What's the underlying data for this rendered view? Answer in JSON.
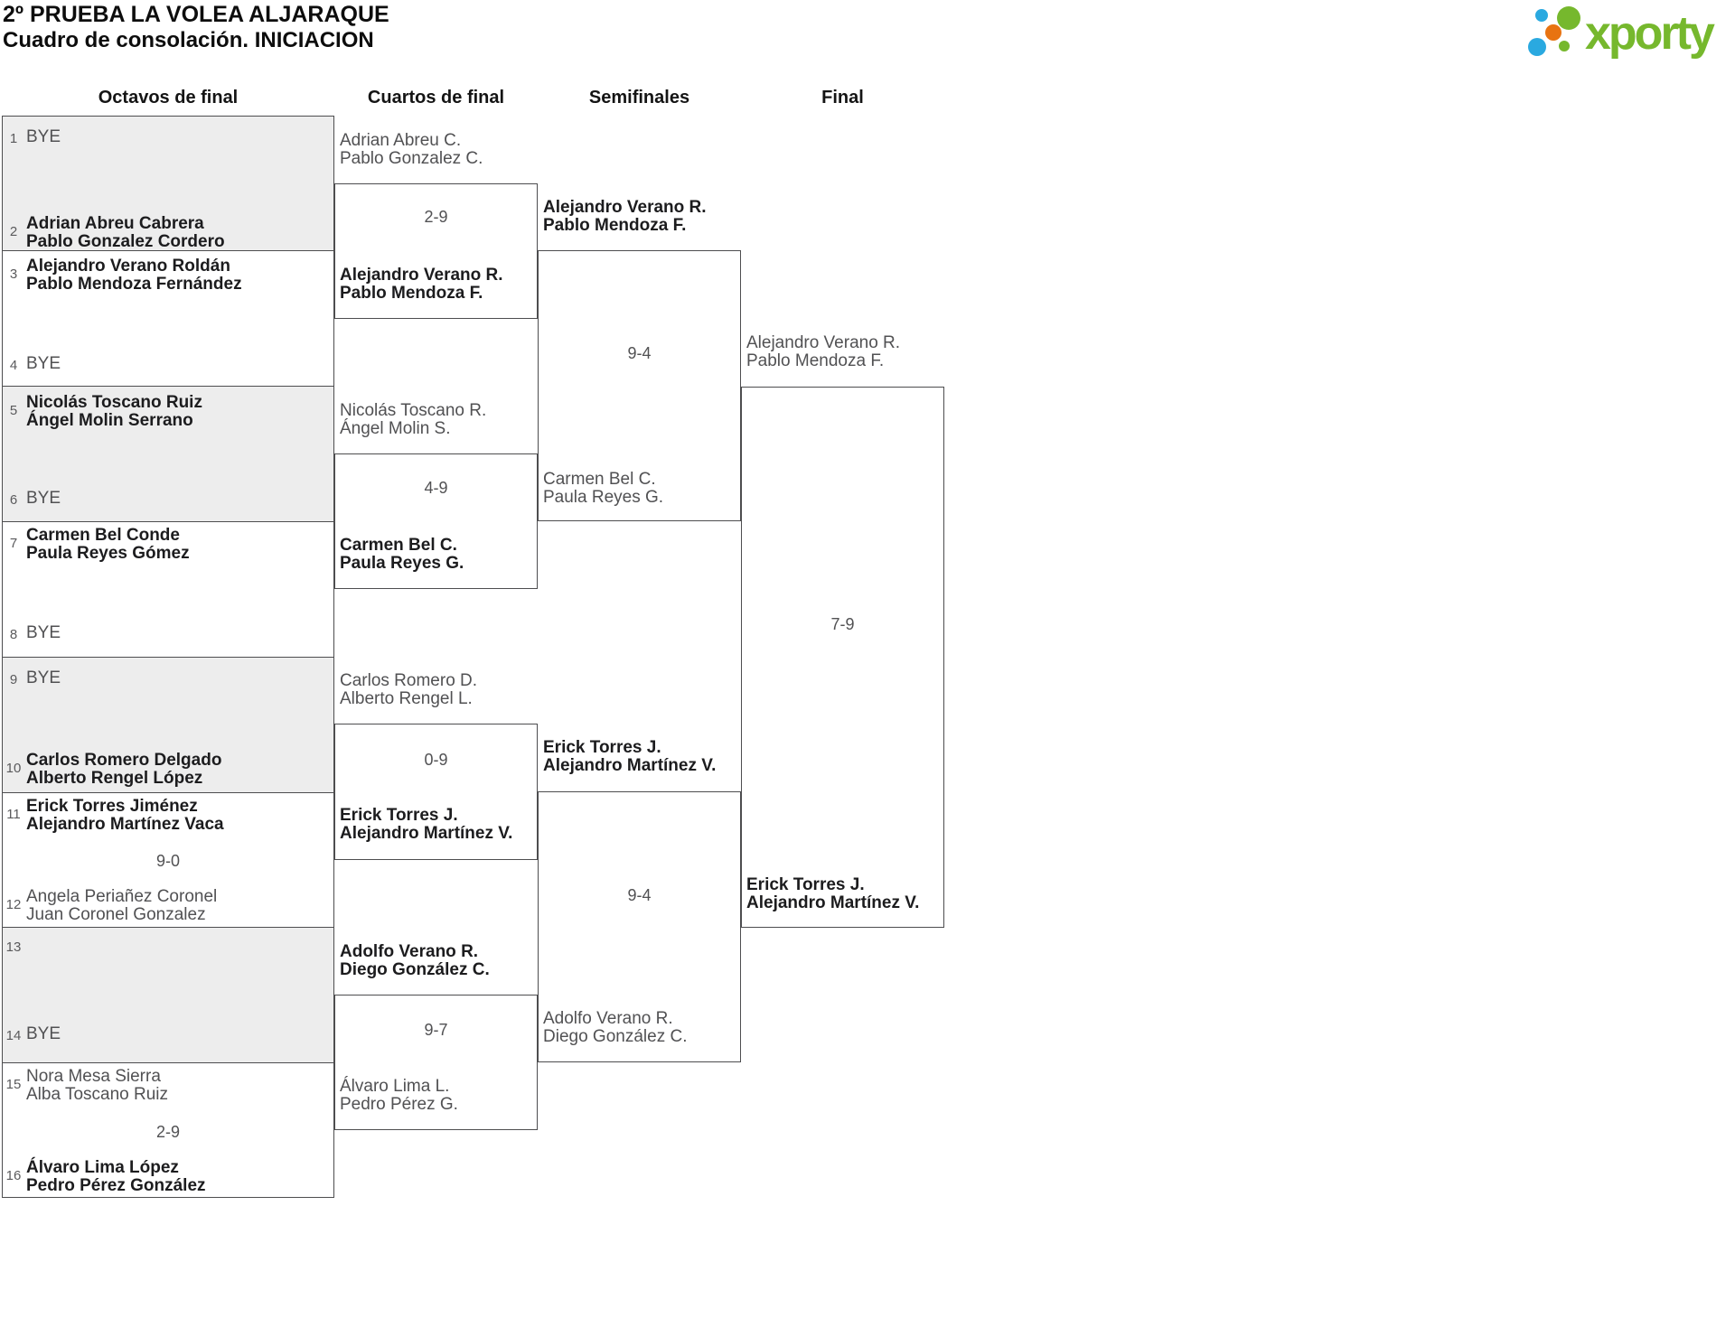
{
  "title": {
    "line1": "2º PRUEBA LA VOLEA ALJARAQUE",
    "line2": "Cuadro de consolación. INICIACION"
  },
  "logo": {
    "text": "xporty",
    "green": "#76b82d",
    "blue": "#2aa9e0",
    "orange": "#e87311"
  },
  "headers": {
    "octavos": "Octavos de final",
    "cuartos": "Cuartos de final",
    "semifinales": "Semifinales",
    "final": "Final"
  },
  "octavos": {
    "slots": [
      {
        "seed": "1",
        "lines": [
          "BYE"
        ]
      },
      {
        "seed": "2",
        "lines": [
          "Adrian Abreu Cabrera",
          "Pablo Gonzalez Cordero"
        ]
      },
      {
        "seed": "3",
        "lines": [
          "Alejandro Verano Roldán",
          "Pablo Mendoza Fernández"
        ]
      },
      {
        "seed": "4",
        "lines": [
          "BYE"
        ]
      },
      {
        "seed": "5",
        "lines": [
          "Nicolás Toscano Ruiz",
          "Ángel Molin Serrano"
        ]
      },
      {
        "seed": "6",
        "lines": [
          "BYE"
        ]
      },
      {
        "seed": "7",
        "lines": [
          "Carmen Bel Conde",
          "Paula Reyes Gómez"
        ]
      },
      {
        "seed": "8",
        "lines": [
          "BYE"
        ]
      },
      {
        "seed": "9",
        "lines": [
          "BYE"
        ]
      },
      {
        "seed": "10",
        "lines": [
          "Carlos Romero Delgado",
          "Alberto Rengel López"
        ]
      },
      {
        "seed": "11",
        "lines": [
          "Erick Torres Jiménez",
          "Alejandro Martínez Vaca"
        ]
      },
      {
        "seed": "12",
        "lines": [
          "Angela Periañez Coronel",
          "Juan Coronel Gonzalez"
        ]
      },
      {
        "seed": "13",
        "lines": []
      },
      {
        "seed": "14",
        "lines": [
          "BYE"
        ]
      },
      {
        "seed": "15",
        "lines": [
          "Nora Mesa Sierra",
          "Alba Toscano Ruiz"
        ]
      },
      {
        "seed": "16",
        "lines": [
          "Álvaro Lima López",
          "Pedro Pérez González"
        ]
      }
    ],
    "scores": {
      "m6": "9-0",
      "m8": "2-9"
    }
  },
  "cuartos": {
    "m1": {
      "top": [
        "Adrian Abreu C.",
        "Pablo Gonzalez C."
      ],
      "score": "2-9",
      "bottom": [
        "Alejandro Verano R.",
        "Pablo Mendoza F."
      ]
    },
    "m2": {
      "top": [
        "Nicolás Toscano R.",
        "Ángel Molin S."
      ],
      "score": "4-9",
      "bottom": [
        "Carmen Bel C.",
        "Paula Reyes G."
      ]
    },
    "m3": {
      "top": [
        "Carlos Romero D.",
        "Alberto Rengel L."
      ],
      "score": "0-9",
      "bottom": [
        "Erick Torres J.",
        "Alejandro Martínez V."
      ]
    },
    "m4": {
      "top": [
        "Adolfo Verano R.",
        "Diego González C."
      ],
      "score": "9-7",
      "bottom": [
        "Álvaro Lima L.",
        "Pedro Pérez G."
      ]
    }
  },
  "semifinales": {
    "m1": {
      "top": [
        "Alejandro Verano R.",
        "Pablo Mendoza F."
      ],
      "score": "9-4",
      "bottom": [
        "Carmen Bel C.",
        "Paula Reyes G."
      ]
    },
    "m2": {
      "top": [
        "Erick Torres J.",
        "Alejandro Martínez V."
      ],
      "score": "9-4",
      "bottom": [
        "Adolfo Verano R.",
        "Diego González C."
      ]
    }
  },
  "final": {
    "top": [
      "Alejandro Verano R.",
      "Pablo Mendoza F."
    ],
    "score": "7-9",
    "bottom": [
      "Erick Torres J.",
      "Alejandro Martínez V."
    ]
  }
}
